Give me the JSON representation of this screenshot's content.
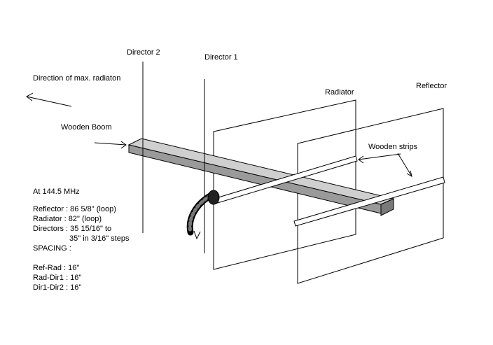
{
  "labels": {
    "director2": "Director 2",
    "director1": "Director 1",
    "radiator": "Radiator",
    "reflector": "Reflector",
    "direction": "Direction of max. radiaton",
    "boom": "Wooden Boom",
    "strips": "Wooden strips"
  },
  "specs": {
    "frequency": "At 144.5 MHz",
    "reflector": "Reflector : 86 5/8\" (loop)",
    "radiator": "Radiator : 82\" (loop)",
    "directors_1": "Directors : 35 15/16\" to",
    "directors_2": "35\" in 3/16\" steps",
    "spacing": "SPACING :",
    "ref_rad": "Ref-Rad : 16\"",
    "rad_dir1": "Rad-Dir1 : 16\"",
    "dir1_dir2": "Dir1-Dir2 : 16\""
  },
  "colors": {
    "line": "#000000",
    "boom_top": "#cfcfcf",
    "boom_side": "#9a9a9a",
    "strip": "#ffffff",
    "background": "#ffffff"
  },
  "icons": {
    "feed": "coax-feed-connector-icon",
    "arrow": "direction-arrow-icon"
  }
}
